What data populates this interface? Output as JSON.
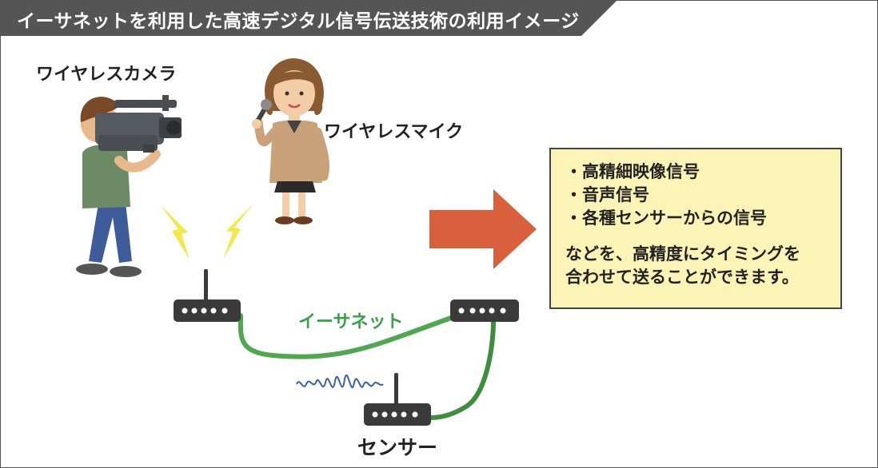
{
  "banner": {
    "title": "イーサネットを利用した高速デジタル信号伝送技術の利用イメージ"
  },
  "labels": {
    "camera": "ワイヤレスカメラ",
    "microphone": "ワイヤレスマイク",
    "ethernet": "イーサネット",
    "sensor": "センサー"
  },
  "info": {
    "bullets": [
      "・高精細映像信号",
      "・音声信号",
      "・各種センサーからの信号"
    ],
    "note_lines": [
      "などを、高精度にタイミングを",
      "合わせて送ることができます。"
    ]
  },
  "colors": {
    "banner": "#555555",
    "ethernet_cable": "#4fa84f",
    "sensor_cable": "#3e8e3e",
    "arrow": "#d9603c",
    "info_box": "#fcf4b6",
    "device": "#3a3a3a",
    "signal_bolt": "#f1e84a",
    "wave": "#3a5faa"
  },
  "icons": {
    "camera_operator": "person-with-video-camera-icon",
    "presenter": "person-with-microphone-icon",
    "router": "wireless-router-icon",
    "sensor": "sensor-device-icon",
    "signal": "lightning-bolt-icon",
    "wave": "signal-wave-icon",
    "arrow": "right-arrow-icon"
  }
}
